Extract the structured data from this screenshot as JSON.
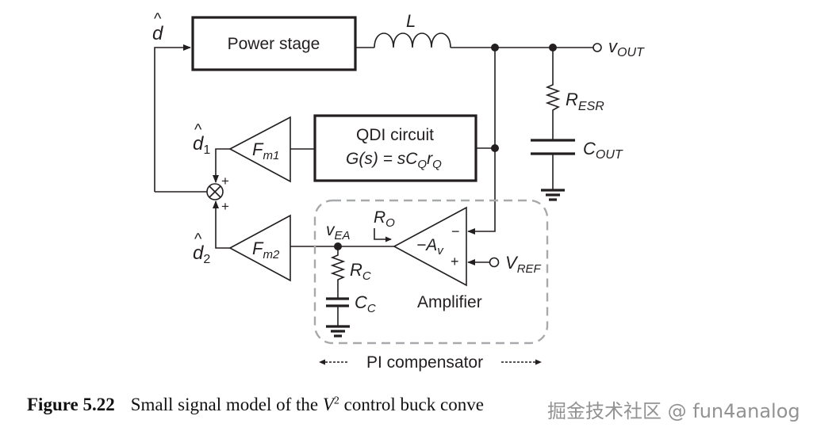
{
  "figure": {
    "blocks": {
      "power_stage": "Power stage",
      "qdi_title": "QDI circuit",
      "qdi_transfer": "G(s) = sC",
      "qdi_transfer_sub1": "Q",
      "qdi_transfer_r": "r",
      "qdi_transfer_sub2": "Q",
      "fm1_main": "F",
      "fm1_sub": "m1",
      "fm2_main": "F",
      "fm2_sub": "m2",
      "amp_gain": "−A",
      "amp_gain_sub": "v",
      "amp_label": "Amplifier",
      "amp_minus": "−",
      "amp_plus": "+"
    },
    "signals": {
      "d_hat": "d",
      "d1_hat": "d",
      "d1_sub": "1",
      "d2_hat": "d",
      "d2_sub": "2",
      "hat": "^",
      "sum_plus_top": "+",
      "sum_plus_bottom": "+",
      "sum_symbol": "×"
    },
    "components": {
      "inductor": "L",
      "vout_main": "v",
      "vout_sub": "OUT",
      "resr_main": "R",
      "resr_sub": "ESR",
      "cout_main": "C",
      "cout_sub": "OUT",
      "ro_main": "R",
      "ro_sub": "O",
      "vea_main": "v",
      "vea_sub": "EA",
      "rc_main": "R",
      "rc_sub": "C",
      "cc_main": "C",
      "cc_sub": "C",
      "vref_main": "V",
      "vref_sub": "REF"
    },
    "group_label": "PI compensator"
  },
  "caption": {
    "number": "Figure 5.22",
    "text_before": "Small signal model of the ",
    "v": "V",
    "superscript": "2",
    "text_after": " control buck conve"
  },
  "watermark": "掘金技术社区 @ fun4analog"
}
